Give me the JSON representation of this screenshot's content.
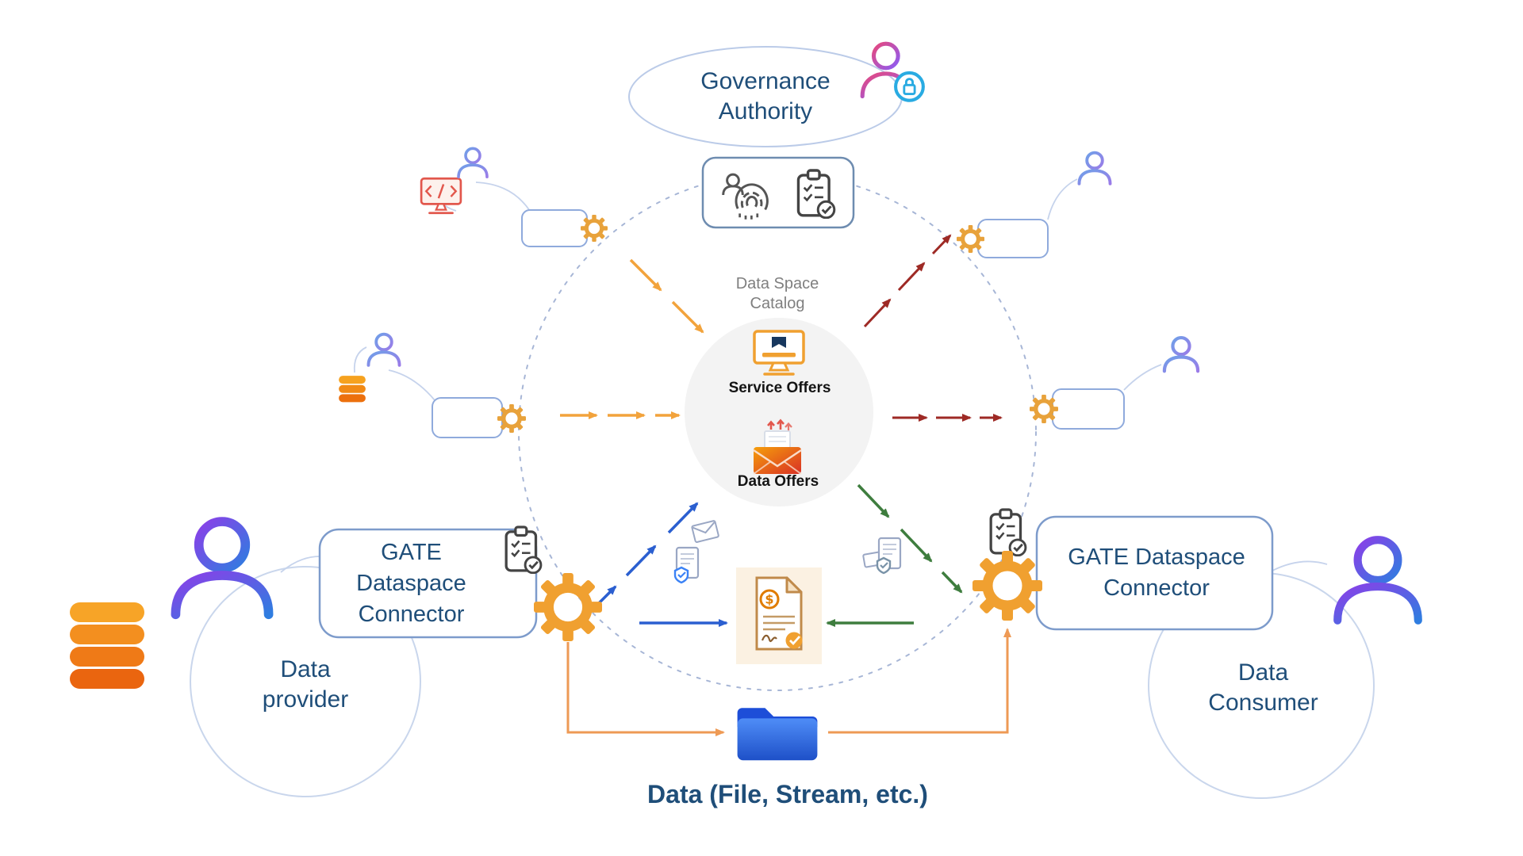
{
  "diagram": {
    "governance": "Governance Authority",
    "catalog_title": "Data Space Catalog",
    "service_offers": "Service Offers",
    "data_offers": "Data Offers",
    "connector_left": "GATE Dataspace Connector",
    "connector_right": "GATE Dataspace Connector",
    "provider": "Data provider",
    "consumer": "Data Consumer",
    "data_flow": "Data (File, Stream, etc.)"
  },
  "icons": {
    "contract_currency_glyph": "$",
    "names": [
      "governance-user-shield-icon",
      "identity-fingerprint-icon",
      "clipboard-checklist-icon",
      "service-offers-monitor-icon",
      "data-offers-mail-icon",
      "contract-document-icon",
      "credential-document-icon",
      "envelope-icon",
      "database-icon",
      "folder-icon",
      "gear-icon",
      "user-icon",
      "code-monitor-icon"
    ]
  },
  "colors": {
    "label_blue": "#1F4E79",
    "catalog_gray": "#7F7F7F",
    "arrow_orange": "#F2A33C",
    "arrow_dark_red": "#9E2A25",
    "arrow_blue": "#2B5FD0",
    "arrow_green": "#3E7D3E",
    "flow_line_orange": "#EE9A55",
    "gear_orange": "#E8A23B",
    "big_gear_orange": "#F0A030",
    "folder_blue": "#2563EB",
    "database_orange": "#ED7514",
    "ring_blue": "#A7B6D6"
  }
}
